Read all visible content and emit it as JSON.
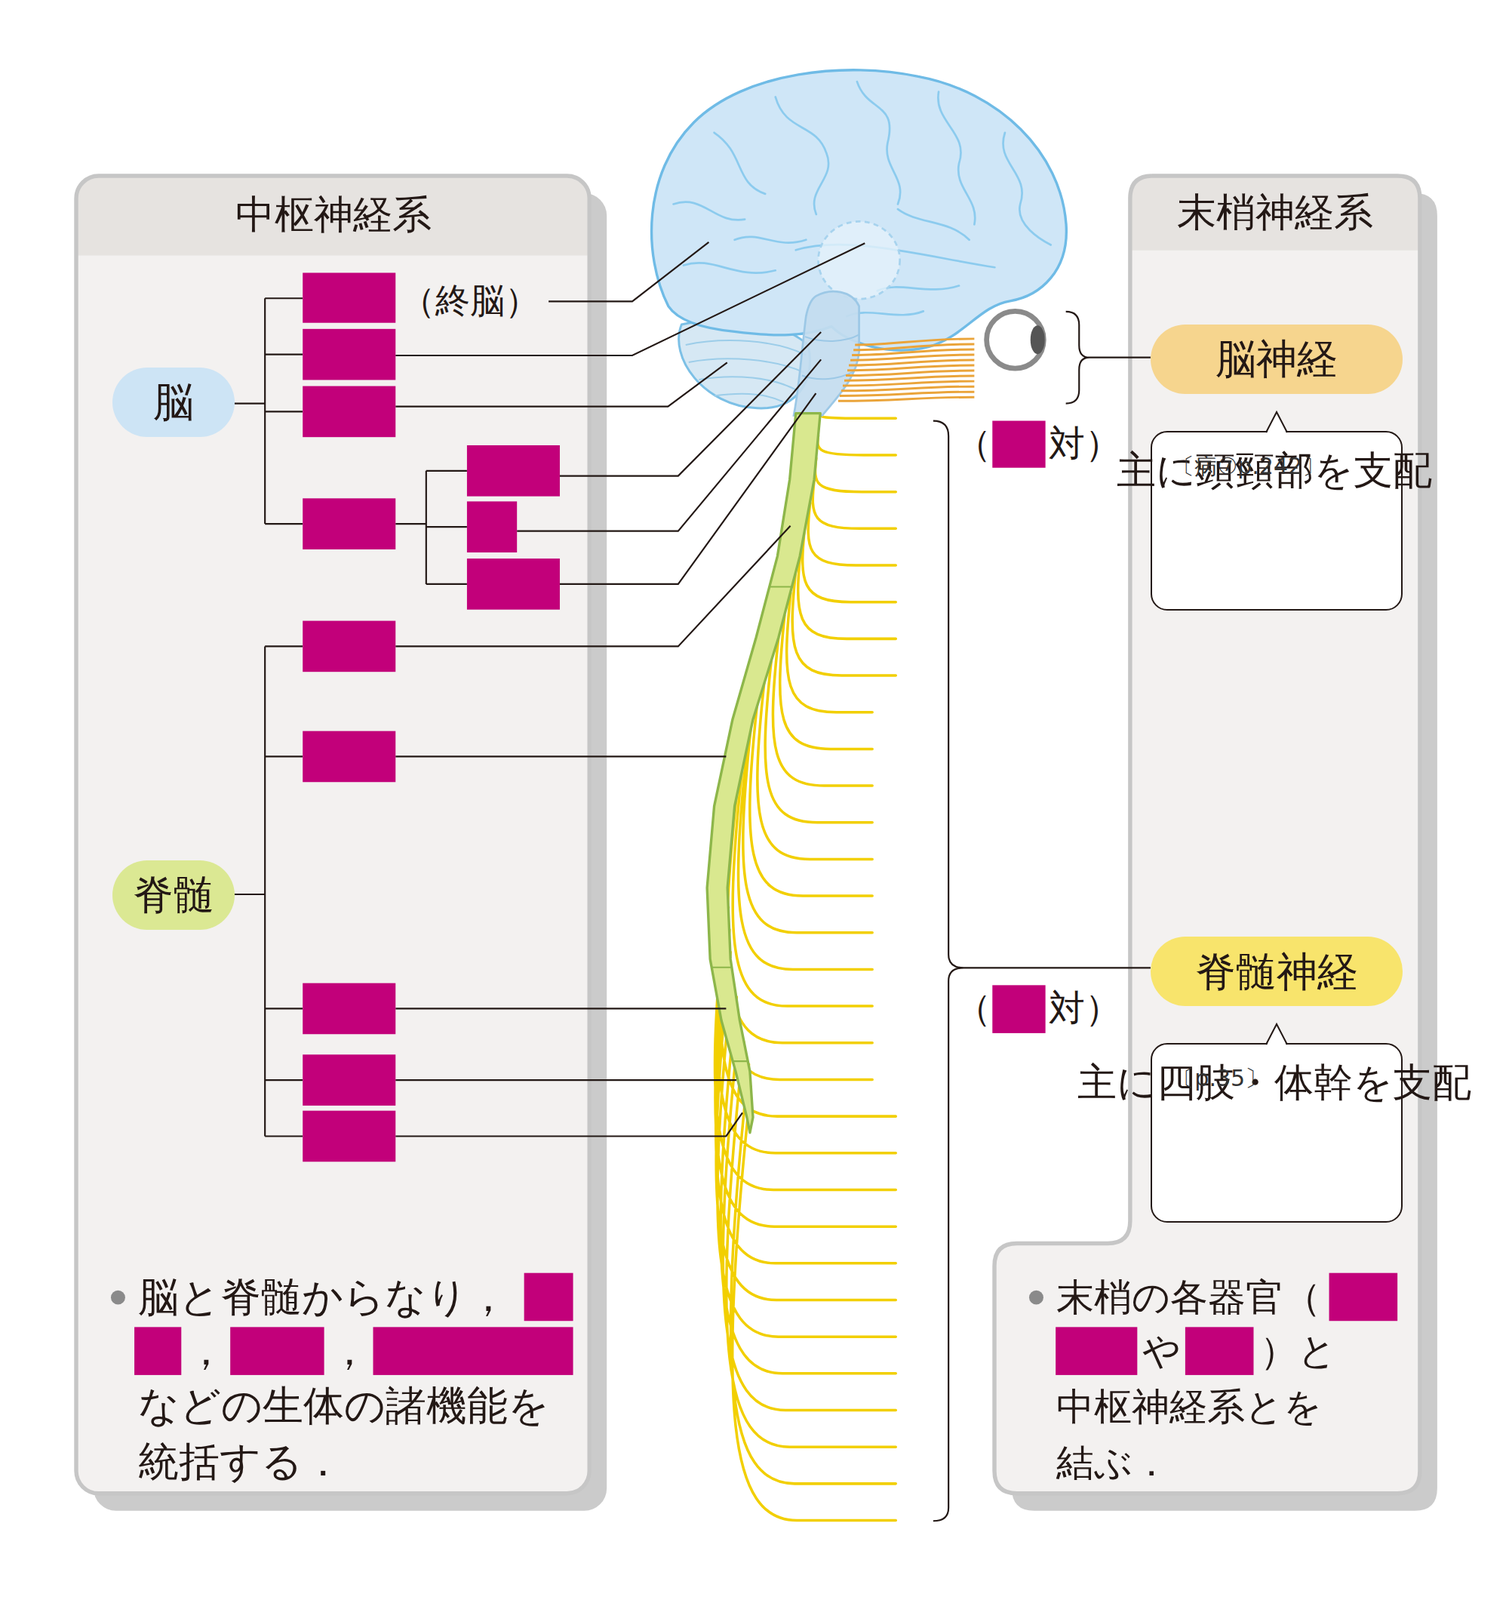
{
  "diagram": {
    "nodes": [
      {
        "text": [
          "中枢神経系"
        ]
      },
      {
        "text": [
          "脳"
        ],
        "in": 0
      },
      {
        "text": [
          "脊髄"
        ],
        "in": 0
      },
      {
        "text": [
          "末梢神経系"
        ]
      },
      {
        "text": [
          "脳神経"
        ],
        "in": 3
      },
      {
        "text": [
          "主に頭頸部を支配",
          "〔病⑦p.242〕"
        ],
        "in": 3
      },
      {
        "text": [
          "脊髄神経"
        ],
        "in": 3
      },
      {
        "text": [
          "主に四肢・体幹を支配",
          "〔p.35〕"
        ],
        "in": 3
      }
    ],
    "labels": [
      "（終脳）",
      "（",
      "対）",
      "（",
      "対）",
      "脳と脊髄からなり，",
      "，",
      "，",
      "などの生体の諸機能を統括する．",
      "末梢の各器官（",
      "や",
      "）と中枢神経系とを結ぶ．"
    ]
  }
}
